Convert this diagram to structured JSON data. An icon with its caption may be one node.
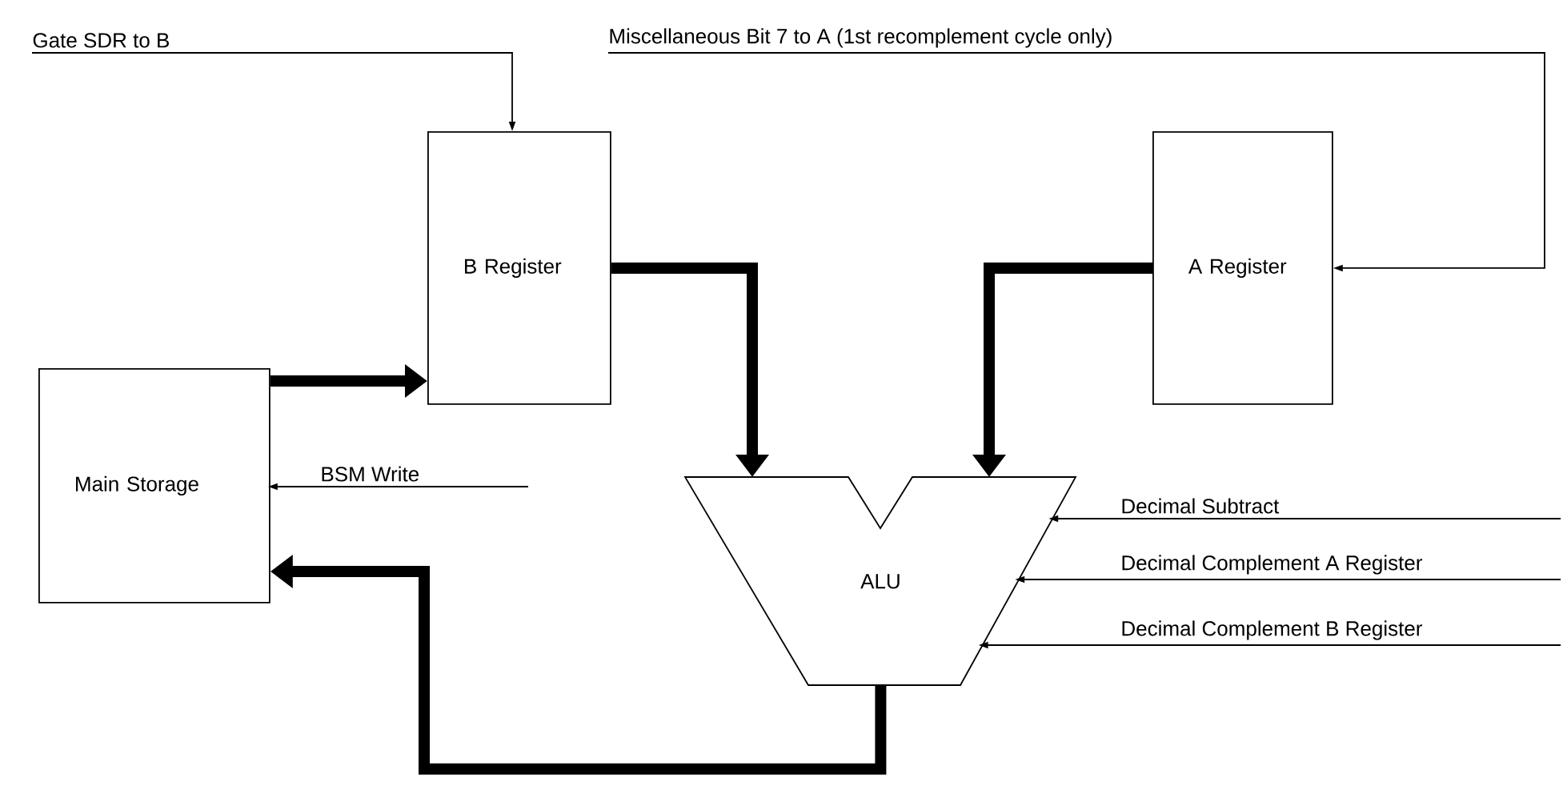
{
  "diagram": {
    "nodes": [
      {
        "text": [
          "Main Storage"
        ]
      },
      {
        "text": [
          "B Register"
        ]
      },
      {
        "text": [
          "A Register"
        ]
      },
      {
        "text": [
          "ALU"
        ]
      },
      {
        "text": [
          "Gate SDR to B"
        ]
      },
      {
        "text": [
          "Miscellaneous Bit 7 to A (1st recomplement cycle only)"
        ]
      },
      {
        "text": [
          "BSM Write"
        ]
      },
      {
        "text": [
          "Decimal Subtract"
        ]
      },
      {
        "text": [
          "Decimal Complement A Register"
        ]
      },
      {
        "text": [
          "Decimal Complement B Register"
        ]
      }
    ],
    "edges": [
      {
        "from": 0,
        "to": 1,
        "arrow": "to",
        "style": "thick"
      },
      {
        "from": 1,
        "to": 3,
        "arrow": "to",
        "style": "thick"
      },
      {
        "from": 2,
        "to": 3,
        "arrow": "to",
        "style": "thick"
      },
      {
        "from": 3,
        "to": 0,
        "arrow": "to",
        "style": "thick"
      },
      {
        "from": 4,
        "to": 1,
        "arrow": "to"
      },
      {
        "from": 5,
        "to": 2,
        "arrow": "to"
      },
      {
        "from": 6,
        "to": 0,
        "arrow": "to"
      },
      {
        "from": 7,
        "to": 3,
        "arrow": "to"
      },
      {
        "from": 8,
        "to": 3,
        "arrow": "to"
      },
      {
        "from": 9,
        "to": 3,
        "arrow": "to"
      }
    ]
  }
}
